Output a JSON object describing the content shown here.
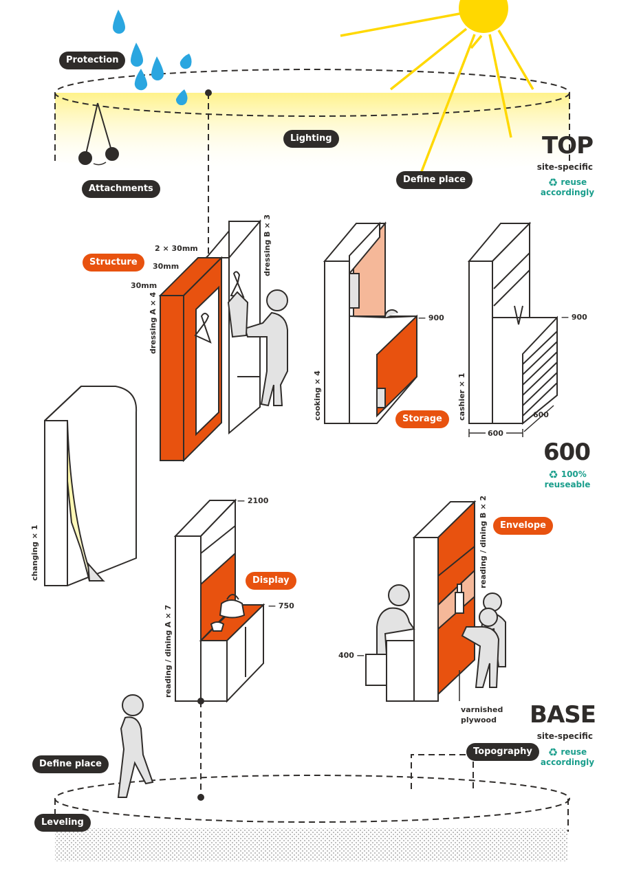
{
  "top_zone": {
    "tags": {
      "protection": "Protection",
      "lighting": "Lighting",
      "attachments": "Attachments",
      "define_place": "Define place"
    },
    "heading": "TOP",
    "subheading": "site-specific",
    "reuse_note": "reuse accordingly"
  },
  "module_zone": {
    "tags": {
      "structure": "Structure",
      "storage": "Storage",
      "display": "Display",
      "envelope": "Envelope"
    },
    "heading": "600",
    "reuse_note": "100% reuseable"
  },
  "base_zone": {
    "tags": {
      "define_place": "Define place",
      "topography": "Topography",
      "leveling": "Leveling"
    },
    "heading": "BASE",
    "subheading": "site-specific",
    "reuse_note": "reuse accordingly"
  },
  "dimensions": {
    "two_by_30": "2 × 30mm",
    "thirty_a": "30mm",
    "thirty_b": "30mm",
    "h900_cooking": "— 900",
    "h900_cashier": "— 900",
    "depth600": "600",
    "width600": "600",
    "h2100": "— 2100",
    "h750": "— 750",
    "h400": "400 —"
  },
  "modules": {
    "dressing_a": "dressing A × 4",
    "dressing_b": "dressing B × 3",
    "cooking": "cooking × 4",
    "cashier": "cashier × 1",
    "changing": "changing × 1",
    "reading": "reading / dining A × 7",
    "reading_b": "reading / dining B × 2"
  },
  "material_note": "varnished plywood",
  "colors": {
    "orange": "#e8520f",
    "light_orange": "#f5b899",
    "dark": "#2f2c2a",
    "teal": "#1a9e8c",
    "sun_yellow": "#ffd800",
    "rain_blue": "#2aa6e0",
    "glow_yellow": "#fff6b0",
    "figure_grey": "#e3e3e3"
  },
  "icons": [
    "sun-icon",
    "rain-drop-icon",
    "recycle-icon",
    "person-icon",
    "hanger-icon",
    "kettle-icon",
    "bottle-icon"
  ]
}
